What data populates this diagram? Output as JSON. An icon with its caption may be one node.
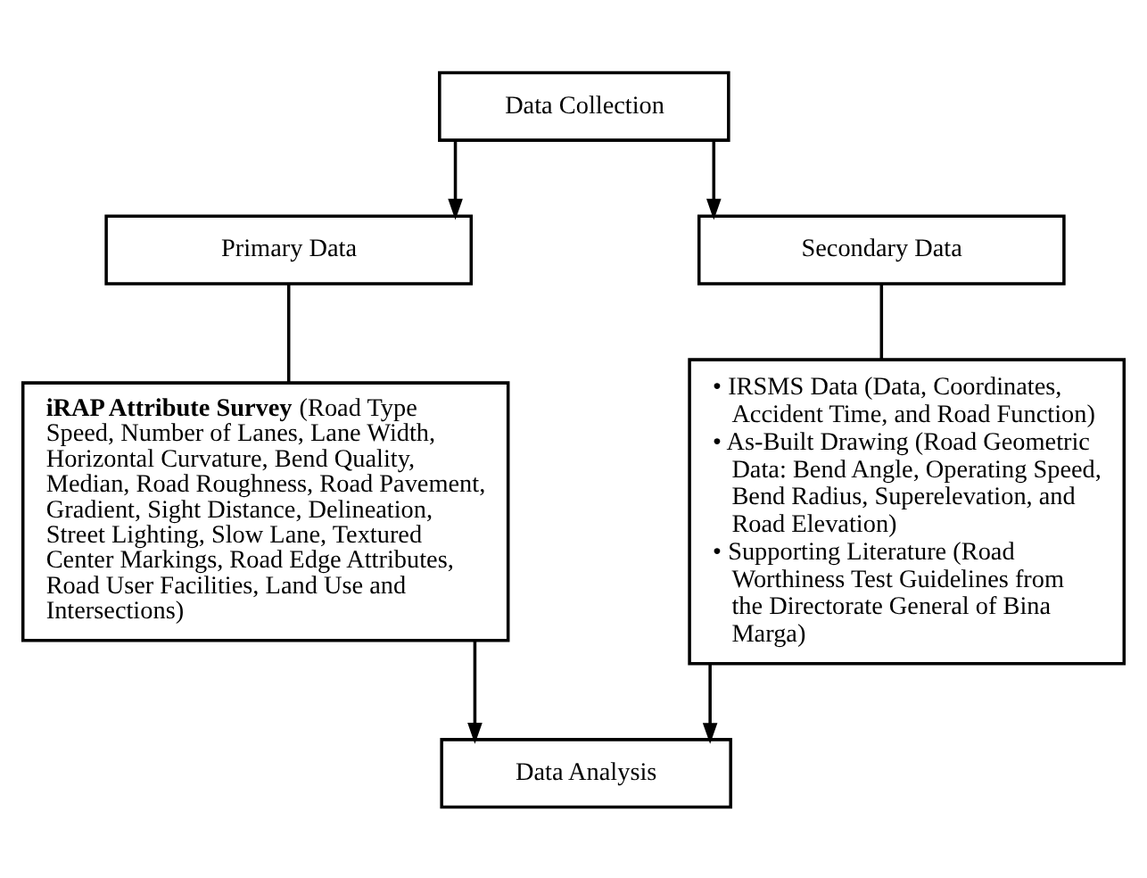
{
  "diagram": {
    "nodes": [
      {
        "text": [
          "Data Collection"
        ]
      },
      {
        "text": [
          "Primary Data"
        ]
      },
      {
        "text": [
          "Secondary Data"
        ]
      },
      {
        "text": [
          "**iRAP Attribute Survey** (Road Type Speed, Number of Lanes, Lane Width, Horizontal Curvature, Bend Quality, Median, Road Roughness, Road Pavement, Gradient, Sight Distance, Delineation, Street Lighting, Slow Lane, Textured Center Markings, Road Edge Attributes, Road User Facilities, Land Use and Intersections)"
        ]
      },
      {
        "text": [
          "• IRSMS Data (Data, Coordinates, Accident Time, and Road Function)",
          "• As-Built Drawing (Road Geometric Data: Bend Angle, Operating Speed, Bend Radius, Superelevation, and Road Elevation)",
          "• Supporting Literature (Road Worthiness Test Guidelines from the Directorate General of Bina Marga)"
        ]
      },
      {
        "text": [
          "Data Analysis"
        ]
      }
    ],
    "edges": [
      {
        "from": 0,
        "to": 1,
        "arrow": "to"
      },
      {
        "from": 0,
        "to": 2,
        "arrow": "to"
      },
      {
        "from": 1,
        "to": 3,
        "arrow": "none"
      },
      {
        "from": 2,
        "to": 4,
        "arrow": "none"
      },
      {
        "from": 3,
        "to": 5,
        "arrow": "to"
      },
      {
        "from": 4,
        "to": 5,
        "arrow": "to"
      }
    ]
  }
}
